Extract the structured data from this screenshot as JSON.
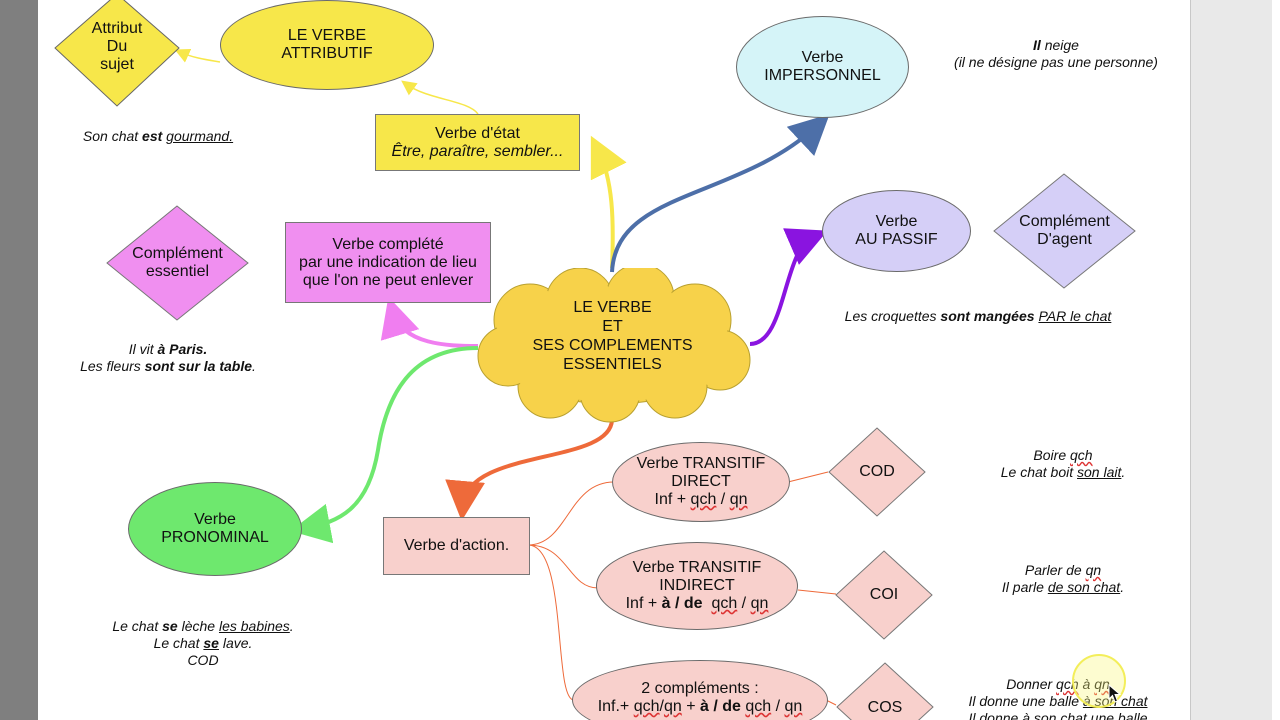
{
  "diagram": {
    "center": {
      "l1": "LE VERBE",
      "l2": "ET",
      "l3": "SES COMPLEMENTS",
      "l4": "ESSENTIELS"
    },
    "verbe_attributif": {
      "l1": "LE VERBE",
      "l2": "ATTRIBUTIF"
    },
    "attribut_sujet": {
      "l1": "Attribut",
      "l2": "Du",
      "l3": "sujet"
    },
    "ex_attribut": {
      "a": "Son chat ",
      "b": "est",
      "c": " ",
      "d": "gourmand."
    },
    "verbe_etat": {
      "l1": "Verbe d'état",
      "l2": "Être, paraître, sembler..."
    },
    "verbe_impersonnel": {
      "l1": "Verbe",
      "l2": "IMPERSONNEL"
    },
    "ex_impersonnel": {
      "a": "Il",
      "b": " neige",
      "l2": "(il ne désigne pas une personne)"
    },
    "verbe_passif": {
      "l1": "Verbe",
      "l2": "AU PASSIF"
    },
    "complement_agent": {
      "l1": "Complément",
      "l2": "D'agent"
    },
    "ex_passif": {
      "a": "Les croquettes ",
      "b": "sont mangées",
      "c": " ",
      "d": "PAR le chat"
    },
    "complement_essentiel": {
      "l1": "Complément",
      "l2": "essentiel"
    },
    "verbe_lieu": {
      "l1": "Verbe complété",
      "l2": "par une indication de lieu",
      "l3": "que l'on ne peut enlever"
    },
    "ex_lieu": {
      "a": "Il vit ",
      "b": "à Paris.",
      "c": "Les fleurs ",
      "d": "sont sur la table",
      "e": "."
    },
    "verbe_pronominal": {
      "l1": "Verbe",
      "l2": "PRONOMINAL"
    },
    "ex_pronominal": {
      "a": "Le chat ",
      "b": "se",
      "c": " lèche ",
      "d": "les babines",
      "e": ".",
      "f": "Le chat ",
      "g": "se",
      "h": " lave.",
      "i": "COD"
    },
    "verbe_action": {
      "label": "Verbe d'action."
    },
    "transitif_direct": {
      "l1": "Verbe TRANSITIF",
      "l2": "DIRECT",
      "l3a": "Inf + ",
      "l3b": "qch",
      "l3c": " / ",
      "l3d": "qn"
    },
    "cod": {
      "label": "COD"
    },
    "ex_cod": {
      "a": "Boire ",
      "b": "qch",
      "l2a": "Le chat boit ",
      "l2b": "son lait",
      "l2c": "."
    },
    "transitif_indirect": {
      "l1": "Verbe TRANSITIF",
      "l2": "INDIRECT",
      "l3a": "Inf + ",
      "l3b": "à / de",
      "l3c": "  ",
      "l3d": "qch",
      "l3e": " / ",
      "l3f": "qn"
    },
    "coi": {
      "label": "COI"
    },
    "ex_coi": {
      "a": "Parler de ",
      "b": "qn",
      "l2a": "Il parle ",
      "l2b": "de son chat",
      "l2c": "."
    },
    "deux_complements": {
      "l1": "2 compléments :",
      "l2a": "Inf.+ ",
      "l2b": "qch",
      "l2c": "/",
      "l2d": "qn",
      "l2e": " + ",
      "l2f": "à / de",
      "l2g": " ",
      "l2h": "qch",
      "l2i": " / ",
      "l2j": "qn"
    },
    "cos": {
      "label": "COS"
    },
    "ex_cos": {
      "a": "Donner ",
      "b": "qch",
      "c": " à ",
      "d": "qn",
      "l2a": "Il donne une balle ",
      "l2b": "à son chat",
      "l3": "Il donne à son chat une balle"
    }
  },
  "colors": {
    "yellow": "#f7e74a",
    "cloud": "#f7d24a",
    "lightblue": "#d5f4f8",
    "lavender": "#d5cff7",
    "pink": "#f08ff0",
    "green": "#6ee86e",
    "salmon": "#f8d0cc",
    "blueArrow": "#4d6fa8",
    "purpleArrow": "#8a14e0",
    "pinkArrow": "#f07ef0",
    "greenArrow": "#6ee86e",
    "orangeArrow": "#ee6a3a"
  },
  "icons": [
    "cursor-arrow-icon"
  ]
}
